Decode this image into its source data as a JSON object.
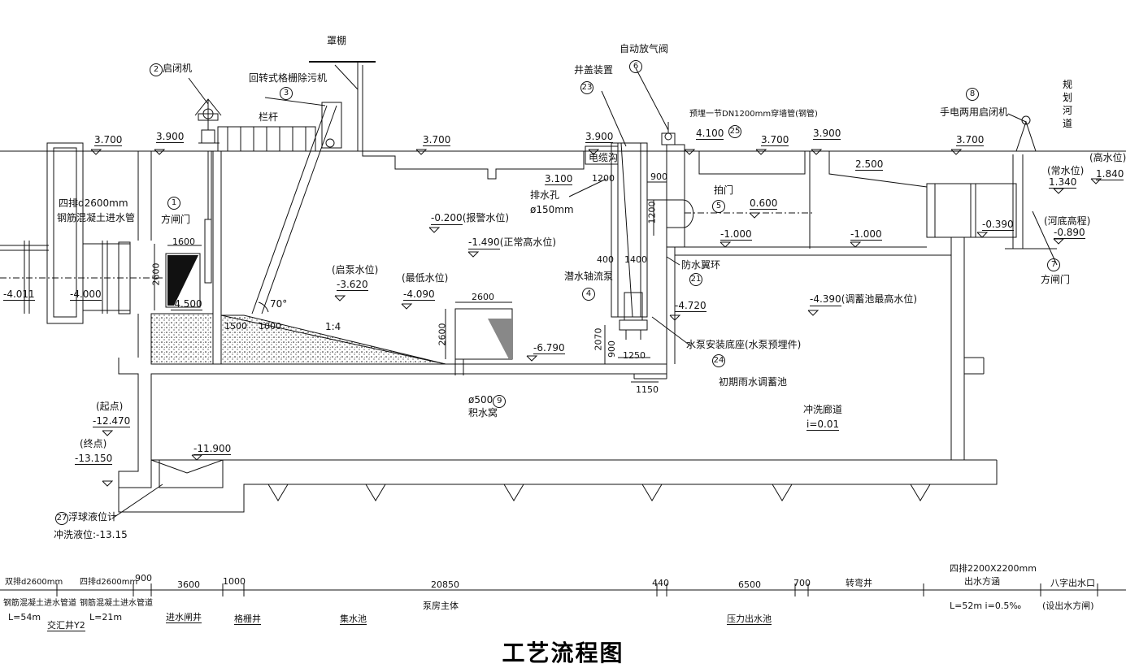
{
  "title": "工艺流程图",
  "colors": {
    "line": "#111111",
    "fill_gray": "#888888",
    "background": "#ffffff"
  },
  "elevations": {
    "e3700_left": "3.700",
    "e3900_gate": "3.900",
    "e3700_mid": "3.700",
    "e3900_well": "3.900",
    "e4100": "4.100",
    "e3700_tank": "3.700",
    "e3900_tank": "3.900",
    "e3700_right": "3.700",
    "e3100": "3.100",
    "e2500": "2.500",
    "e0600": "0.600",
    "e_1000a": "-1.000",
    "e_1000b": "-1.000",
    "e_0390": "-0.390",
    "e_0890": "-0.890",
    "e1340": "1.340",
    "e1840": "1.840",
    "e_0200": "-0.200",
    "e_1490": "-1.490",
    "e_3620": "-3.620",
    "e_4090": "-4.090",
    "e_4500": "-4.500",
    "e_4011": "-4.011",
    "e_4000": "-4.000",
    "e_4720": "-4.720",
    "e_4390": "-4.390",
    "e_6790": "-6.790",
    "e_12470": "-12.470",
    "e_13150": "-13.150",
    "e_11900": "-11.900"
  },
  "labels": {
    "alarm_level": "(报警水位)",
    "normal_high": "(正常高水位)",
    "start_pump": "(启泵水位)",
    "min_level": "(最低水位)",
    "storage_max": "(调蓄池最高水位)",
    "normal_level": "(常水位)",
    "high_level": "(高水位)",
    "river_bottom": "(河底高程)",
    "start_point": "(起点)",
    "end_point": "(终点)",
    "canopy": "罩棚",
    "hoist_label": "启闭机",
    "grille_cleaner": "回转式格栅除污机",
    "railing": "栏杆",
    "inlet_pipe_1": "四排d2600mm",
    "inlet_pipe_2": "钢筋混凝土进水管",
    "square_gate": "方闸门",
    "cable_trench": "电缆沟",
    "drain_hole": "排水孔",
    "drain_hole_size": "ø150mm",
    "well_cover": "井盖装置",
    "auto_valve": "自动放气阀",
    "sleeve_note": "预埋一节DN1200mm穿墙管(钢管)",
    "flap_gate": "拍门",
    "water_ring": "防水翼环",
    "axial_pump": "潜水轴流泵",
    "pump_base": "水泵安装底座(水泵预埋件)",
    "storage_pool": "初期雨水调蓄池",
    "flush_corridor": "冲洗廊道",
    "slope": "i=0.01",
    "sump_size": "ø500",
    "sump": "积水窝",
    "float_gauge": "浮球液位计",
    "flush_level": "冲洗液位:-13.15",
    "dual_hoist": "手电两用启闭机",
    "square_gate_7": "方闸门",
    "river_plan": "规划河道",
    "angle": "70°",
    "ratio": "1:4"
  },
  "markers": {
    "m1": "1",
    "m2": "2",
    "m3": "3",
    "m4": "4",
    "m5": "5",
    "m6": "6",
    "m7": "7",
    "m8": "8",
    "m9": "9",
    "m21": "21",
    "m23": "23",
    "m24": "24",
    "m25": "25",
    "m27": "27"
  },
  "dims": {
    "d1600": "1600",
    "d2600_gate": "2600",
    "d1500": "1500",
    "d1000_slope": "1000",
    "d2600_sump": "2600",
    "d2600_v": "2600",
    "d1200_a": "1200",
    "d900_a": "900",
    "d1200_v": "1200",
    "d400": "400",
    "d1400": "1400",
    "d2070": "2070",
    "d900_b": "900",
    "d1250": "1250",
    "d1150": "1150"
  },
  "bottom_strip": {
    "seg_dims": [
      "900",
      "3600",
      "1000",
      "20850",
      "440",
      "6500",
      "700"
    ],
    "left1": "双排d2600mm",
    "left1b": "钢筋混凝土进水管道",
    "left1c": "L=54m",
    "left1d": "交汇井Y2",
    "left2": "四排d2600mm",
    "left2b": "钢筋混凝土进水管道",
    "left2c": "L=21m",
    "sec_gate_well": "进水闸井",
    "sec_grille_well": "格栅井",
    "sec_collect": "集水池",
    "sec_pump_body": "泵房主体",
    "sec_pressure": "压力出水池",
    "sec_turn_well": "转弯井",
    "culvert_1": "四排2200X2200mm",
    "culvert_2": "出水方涵",
    "culvert_3": "L=52m  i=0.5‰",
    "outlet_1": "八字出水口",
    "outlet_2": "(设出水方闸)"
  }
}
